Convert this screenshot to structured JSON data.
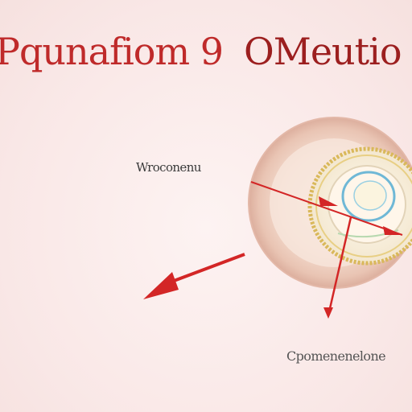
{
  "header": {
    "title_part1": "Pqunafiom 9",
    "title_part2": "OMeutio"
  },
  "labels": {
    "top_callout": "Wroconenu",
    "bottom_callout": "Cpomenenelone"
  },
  "colors": {
    "background": "#fbeeee",
    "accent_red": "#d32626",
    "title_red": "#bf2a2a",
    "ring_gold": "#d9b85a",
    "inner_blue": "#6fb8d6",
    "sphere_shell": "#f1d7c8"
  }
}
